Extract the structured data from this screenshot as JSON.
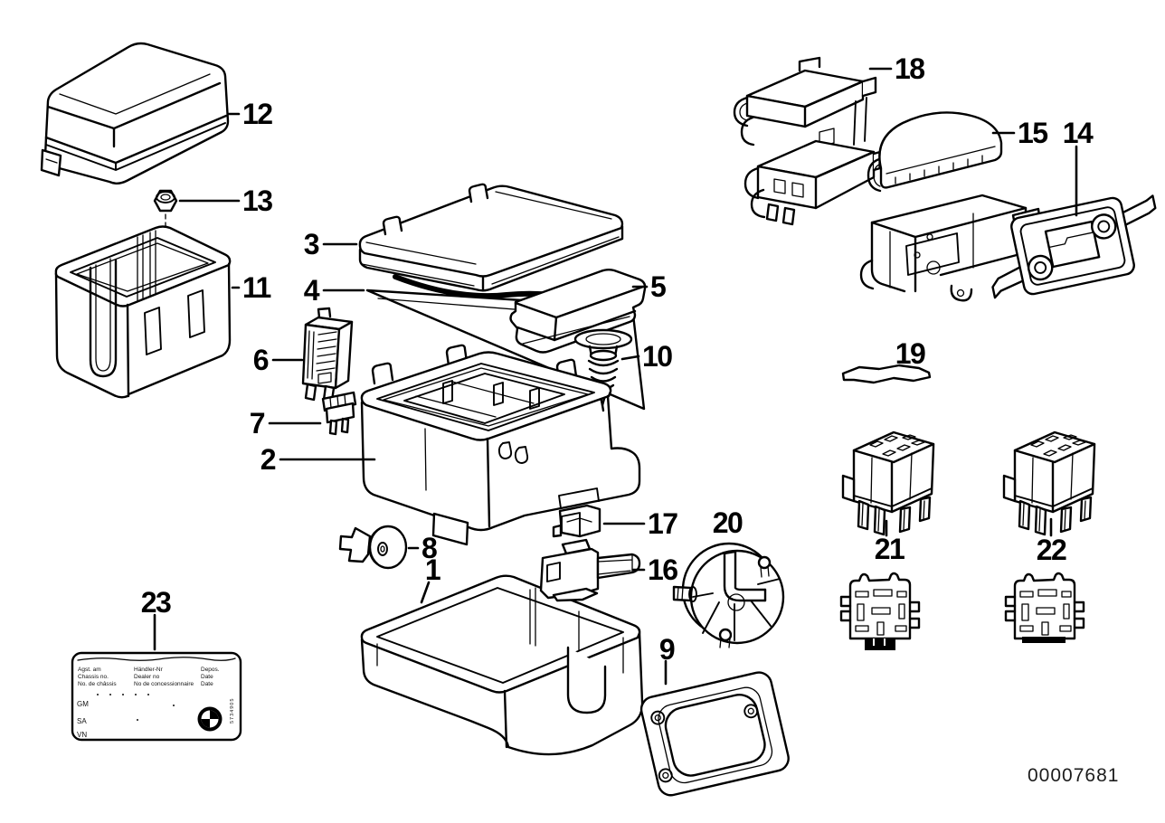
{
  "diagram": {
    "document_number": "00007681",
    "callouts": {
      "1": "1",
      "2": "2",
      "3": "3",
      "4": "4",
      "5": "5",
      "6": "6",
      "7": "7",
      "8": "8",
      "9": "9",
      "10": "10",
      "11": "11",
      "12": "12",
      "13": "13",
      "14": "14",
      "15": "15",
      "16": "16",
      "17": "17",
      "18": "18",
      "19": "19",
      "20": "20",
      "21": "21",
      "22": "22",
      "23": "23"
    },
    "sticker": {
      "fields_col1": [
        "Agst. am",
        "Chassis no.",
        "No. de châssis"
      ],
      "fields_col2": [
        "Händler-Nr",
        "Dealer no",
        "No de concessionnaire"
      ],
      "fields_col3": [
        "Depos.",
        "Date",
        "Date"
      ],
      "row_labels": [
        "GM",
        "SA",
        "VN"
      ],
      "side_code": "5734905",
      "logo_icon": "bmw-roundel-icon"
    }
  }
}
